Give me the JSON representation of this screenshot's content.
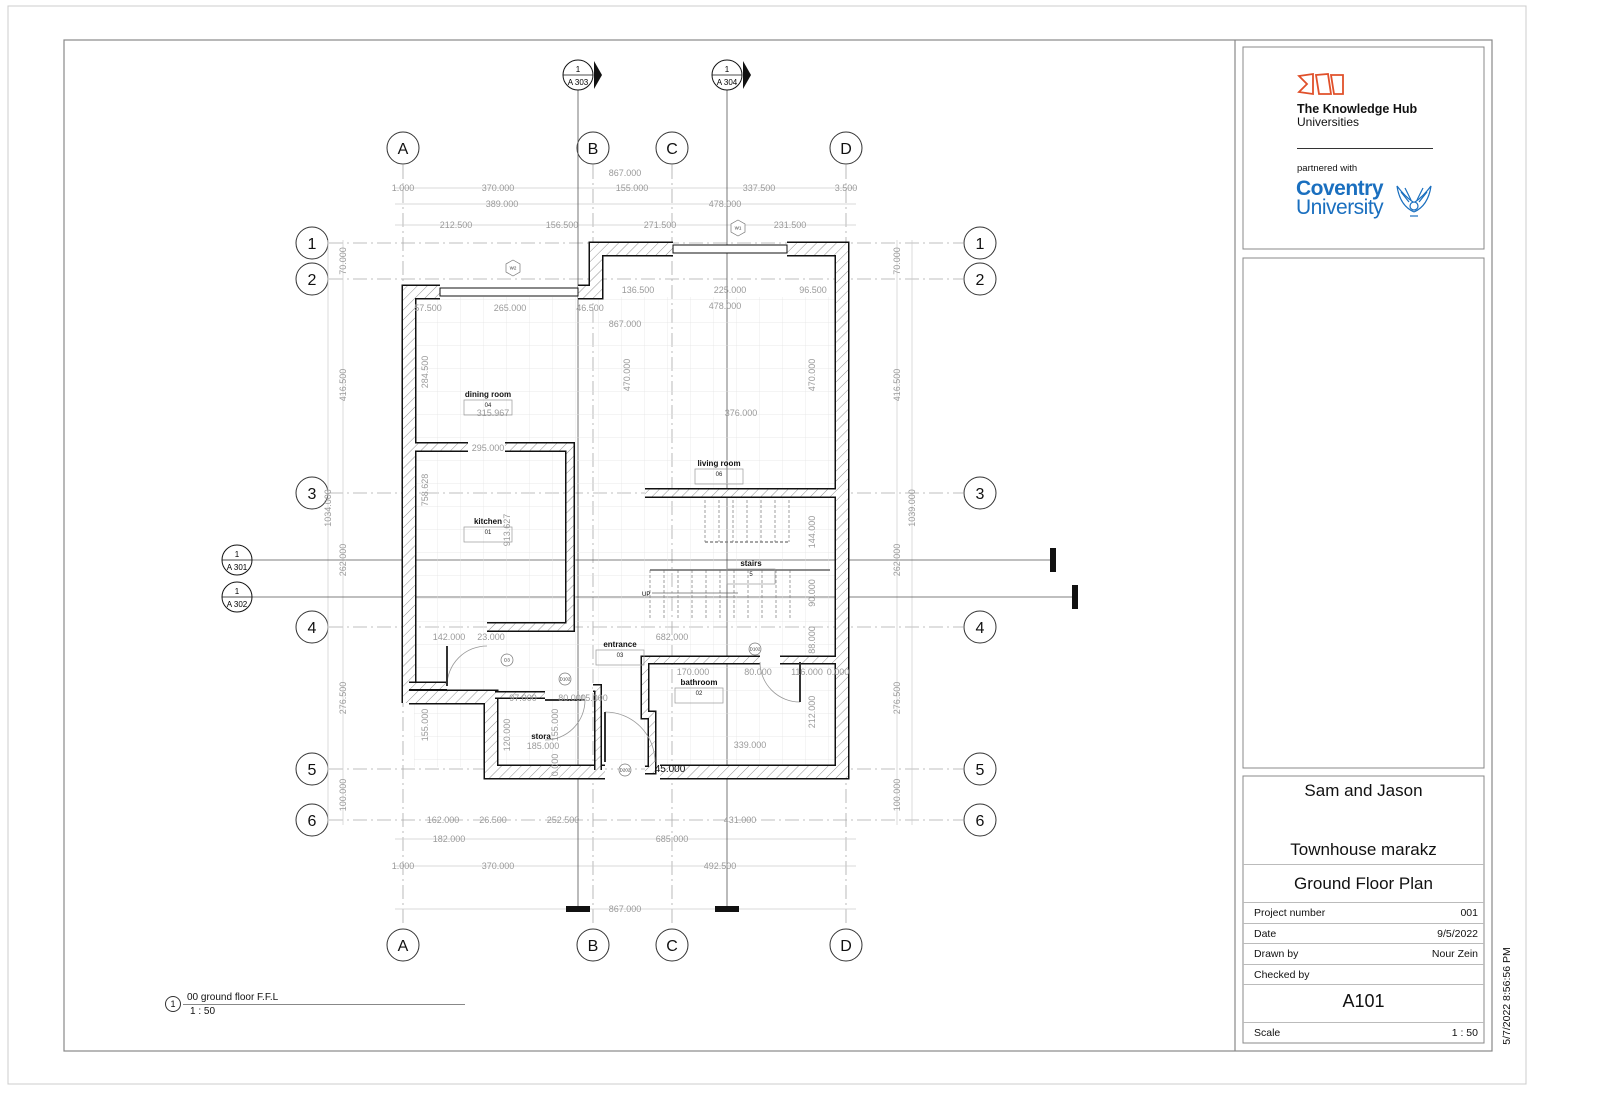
{
  "sheet": {
    "timestamp": "5/7/2022 8:56:56 PM",
    "view_title": {
      "number": "1",
      "name": "00 ground floor F.F.L",
      "scale": "1 : 50"
    }
  },
  "logo": {
    "org": "The Knowledge Hub",
    "org_sub": "Universities",
    "partnered": "partnered with",
    "partner_line1": "Coventry",
    "partner_line2": "University",
    "org_color": "#e0502a",
    "partner_color": "#1a6fbf"
  },
  "title_block": {
    "client": "Sam and Jason",
    "project": "Townhouse marakz",
    "sheet_name": "Ground Floor Plan",
    "rows": [
      {
        "label": "Project number",
        "value": "001"
      },
      {
        "label": "Date",
        "value": "9/5/2022"
      },
      {
        "label": "Drawn by",
        "value": "Nour Zein"
      },
      {
        "label": "Checked by",
        "value": ""
      }
    ],
    "sheet_number": "A101",
    "scale_label": "Scale",
    "scale_value": "1 : 50"
  },
  "grid": {
    "columns": [
      "A",
      "B",
      "C",
      "D"
    ],
    "rows": [
      "1",
      "2",
      "3",
      "4",
      "5",
      "6"
    ]
  },
  "sections": [
    {
      "num": "1",
      "sheet": "A 303"
    },
    {
      "num": "1",
      "sheet": "A 304"
    },
    {
      "num": "1",
      "sheet": "A 301"
    },
    {
      "num": "1",
      "sheet": "A 302"
    }
  ],
  "rooms": [
    {
      "name": "dining room",
      "number": "04"
    },
    {
      "name": "kitchen",
      "number": "01"
    },
    {
      "name": "living room",
      "number": "06"
    },
    {
      "name": "stairs",
      "number": "5"
    },
    {
      "name": "entrance",
      "number": "03"
    },
    {
      "name": "bathroom",
      "number": "02"
    },
    {
      "name": "stora",
      "number": ""
    }
  ],
  "tags": [
    "W2",
    "W1",
    "D3",
    "D102",
    "D102",
    "D202"
  ],
  "stair_label": "UP",
  "dimensions": [
    "867.000",
    "1.000",
    "370.000",
    "155.000",
    "337.500",
    "3.500",
    "389.000",
    "478.000",
    "212.500",
    "156.500",
    "271.500",
    "231.500",
    "136.500",
    "225.000",
    "96.500",
    "478.000",
    "57.500",
    "265.000",
    "46.500",
    "867.000",
    "284.500",
    "470.000",
    "470.000",
    "416.500",
    "416.500",
    "70.000",
    "70.000",
    "315.967",
    "376.000",
    "295.000",
    "758.628",
    "913.627",
    "1034.000",
    "1039.000",
    "262.000",
    "262.000",
    "144.000",
    "90.000",
    "88.000",
    "142.000",
    "23.000",
    "682.000",
    "170.000",
    "80.000",
    "116.000",
    "0.000",
    "97.000",
    "80.000",
    "15.000",
    "155.000",
    "120.000",
    "155.000",
    "185.000",
    "339.000",
    "212.000",
    "276.500",
    "276.500",
    "0.000",
    "100.000",
    "100.000",
    "45.000",
    "162.000",
    "26.500",
    "252.500",
    "431.000",
    "182.000",
    "685.000",
    "1.000",
    "370.000",
    "492.500",
    "867.000"
  ]
}
